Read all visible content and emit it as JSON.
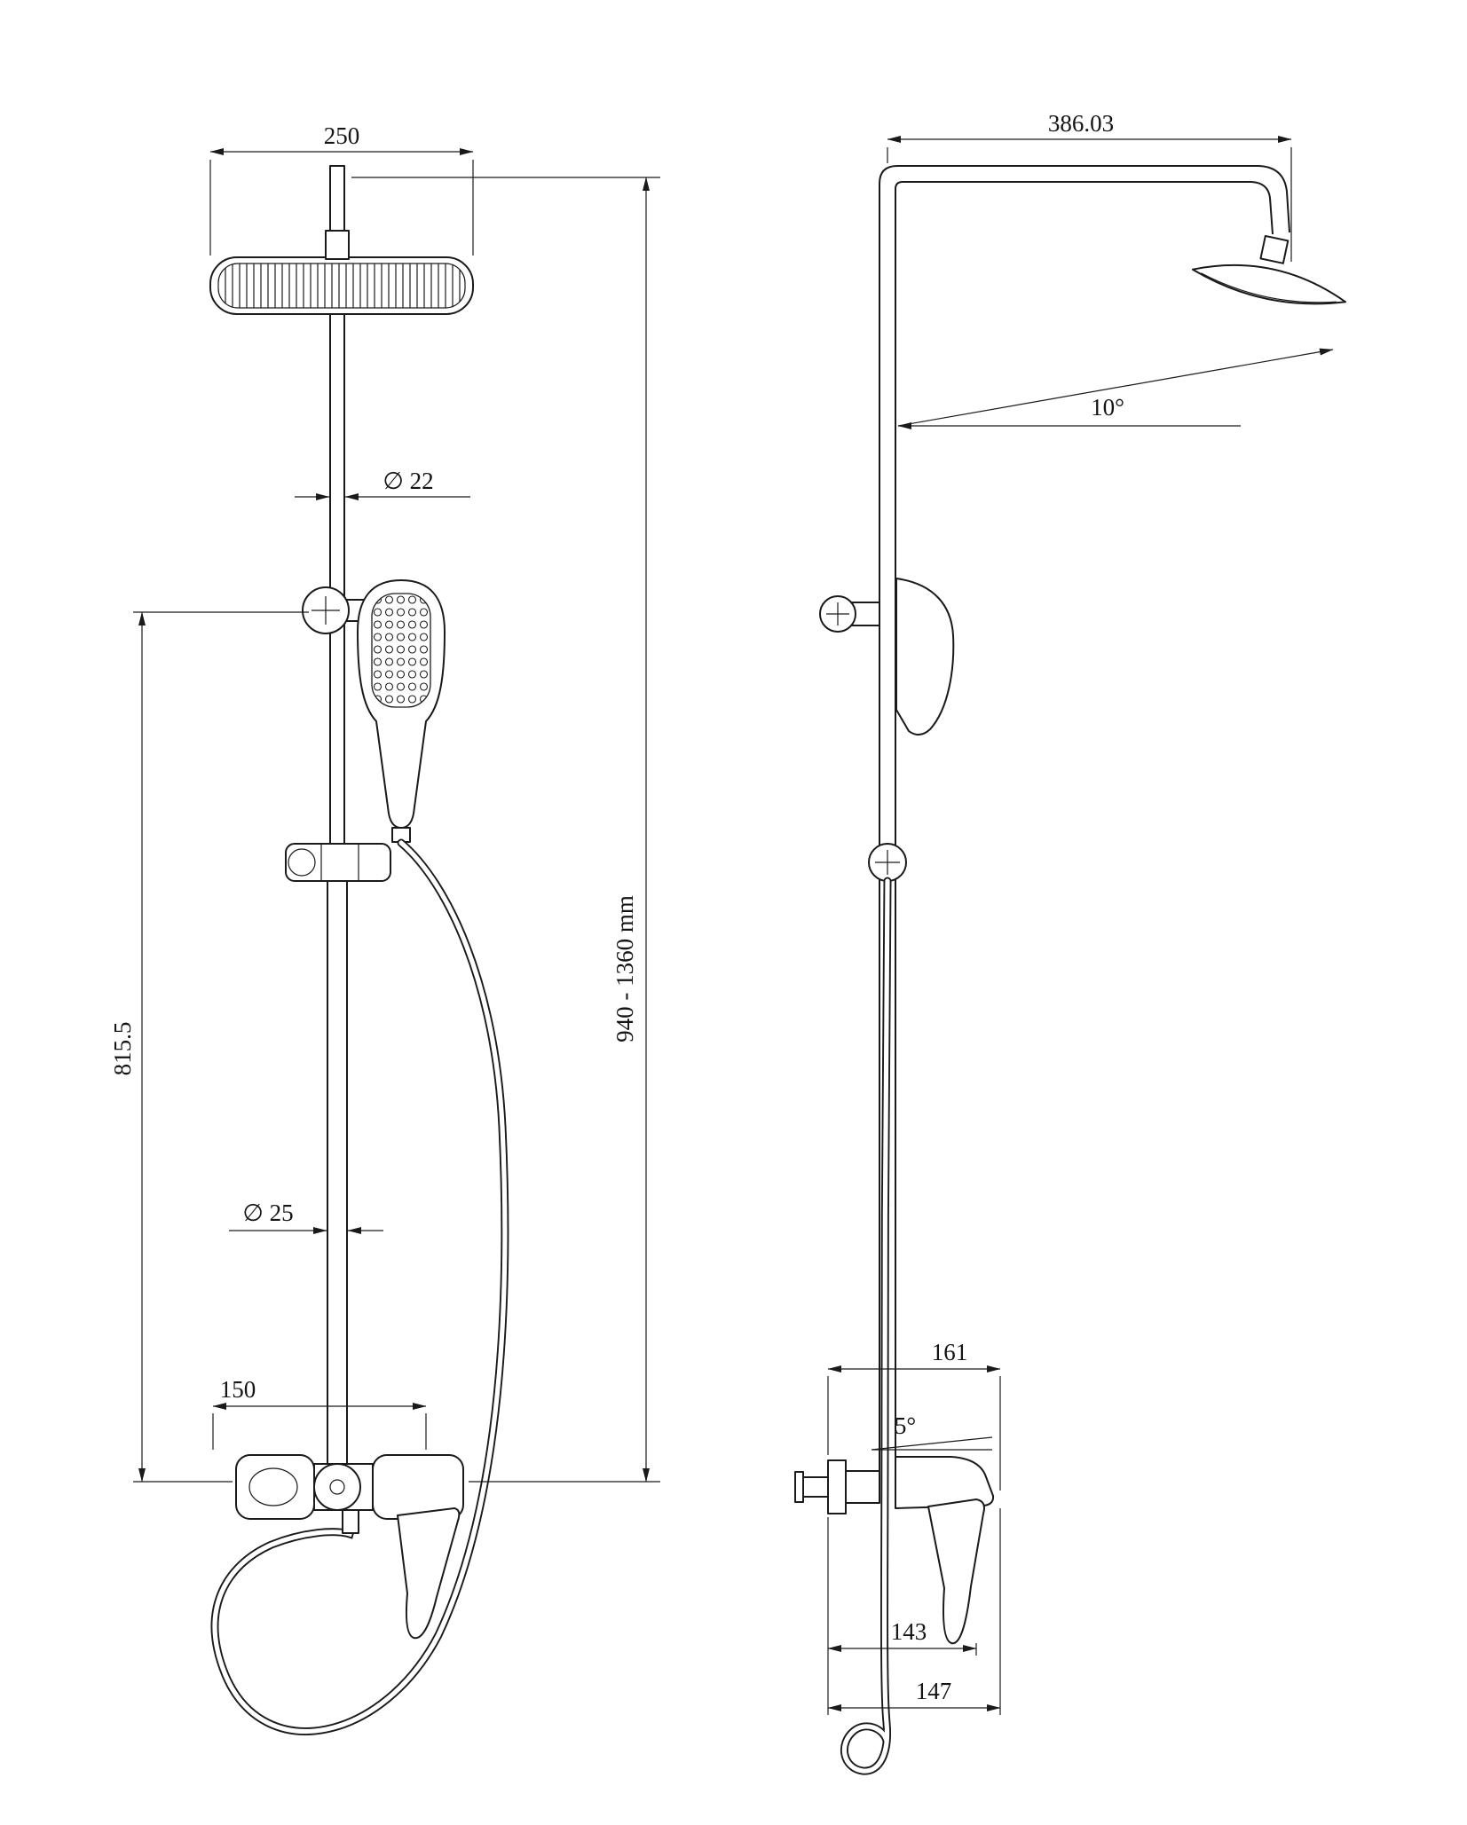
{
  "page": {
    "background": "#ffffff",
    "line_color": "#1a1a1a",
    "description": "Technical dimension drawing of a shower column system, front and side views"
  },
  "front_view": {
    "name": "front-view",
    "dims": {
      "head_width": "250",
      "pole_diameter": "∅ 22",
      "holder_height": "815.5",
      "overall_height": "940 - 1360 mm",
      "lower_pole_diameter": "∅ 25",
      "spout_offset": "150"
    }
  },
  "side_view": {
    "name": "side-view",
    "dims": {
      "arm_reach": "386.03",
      "head_tilt_angle": "10°",
      "mixer_depth": "161",
      "spout_tilt_angle": "5°",
      "lever_reach": "143",
      "spout_reach": "147"
    }
  }
}
